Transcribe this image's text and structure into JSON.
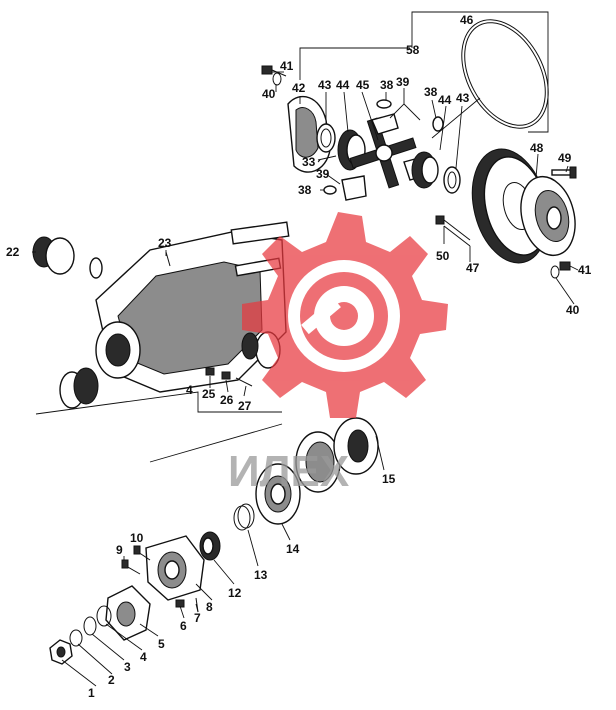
{
  "diagram": {
    "labels": {
      "p1": "1",
      "p2": "2",
      "p3": "3",
      "p4": "4",
      "p5": "5",
      "p6": "6",
      "p7": "7",
      "p8": "8",
      "p9": "9",
      "p10": "10",
      "p12": "12",
      "p13": "13",
      "p14": "14",
      "p15": "15",
      "p22": "22",
      "p23": "23",
      "p25": "25",
      "p26": "26",
      "p27": "27",
      "p33": "33",
      "p38a": "38",
      "p38b": "38",
      "p38c": "38",
      "p39a": "39",
      "p39b": "39",
      "p40a": "40",
      "p40b": "40",
      "p41a": "41",
      "p41b": "41",
      "p42": "42",
      "p43a": "43",
      "p43b": "43",
      "p44a": "44",
      "p44b": "44",
      "p45": "45",
      "p46": "46",
      "p47": "47",
      "p48": "48",
      "p49": "49",
      "p50": "50",
      "p58": "58",
      "p4b": "4"
    }
  },
  "watermark": {
    "text": "ИЛЕХ",
    "color": "#e8393f"
  }
}
